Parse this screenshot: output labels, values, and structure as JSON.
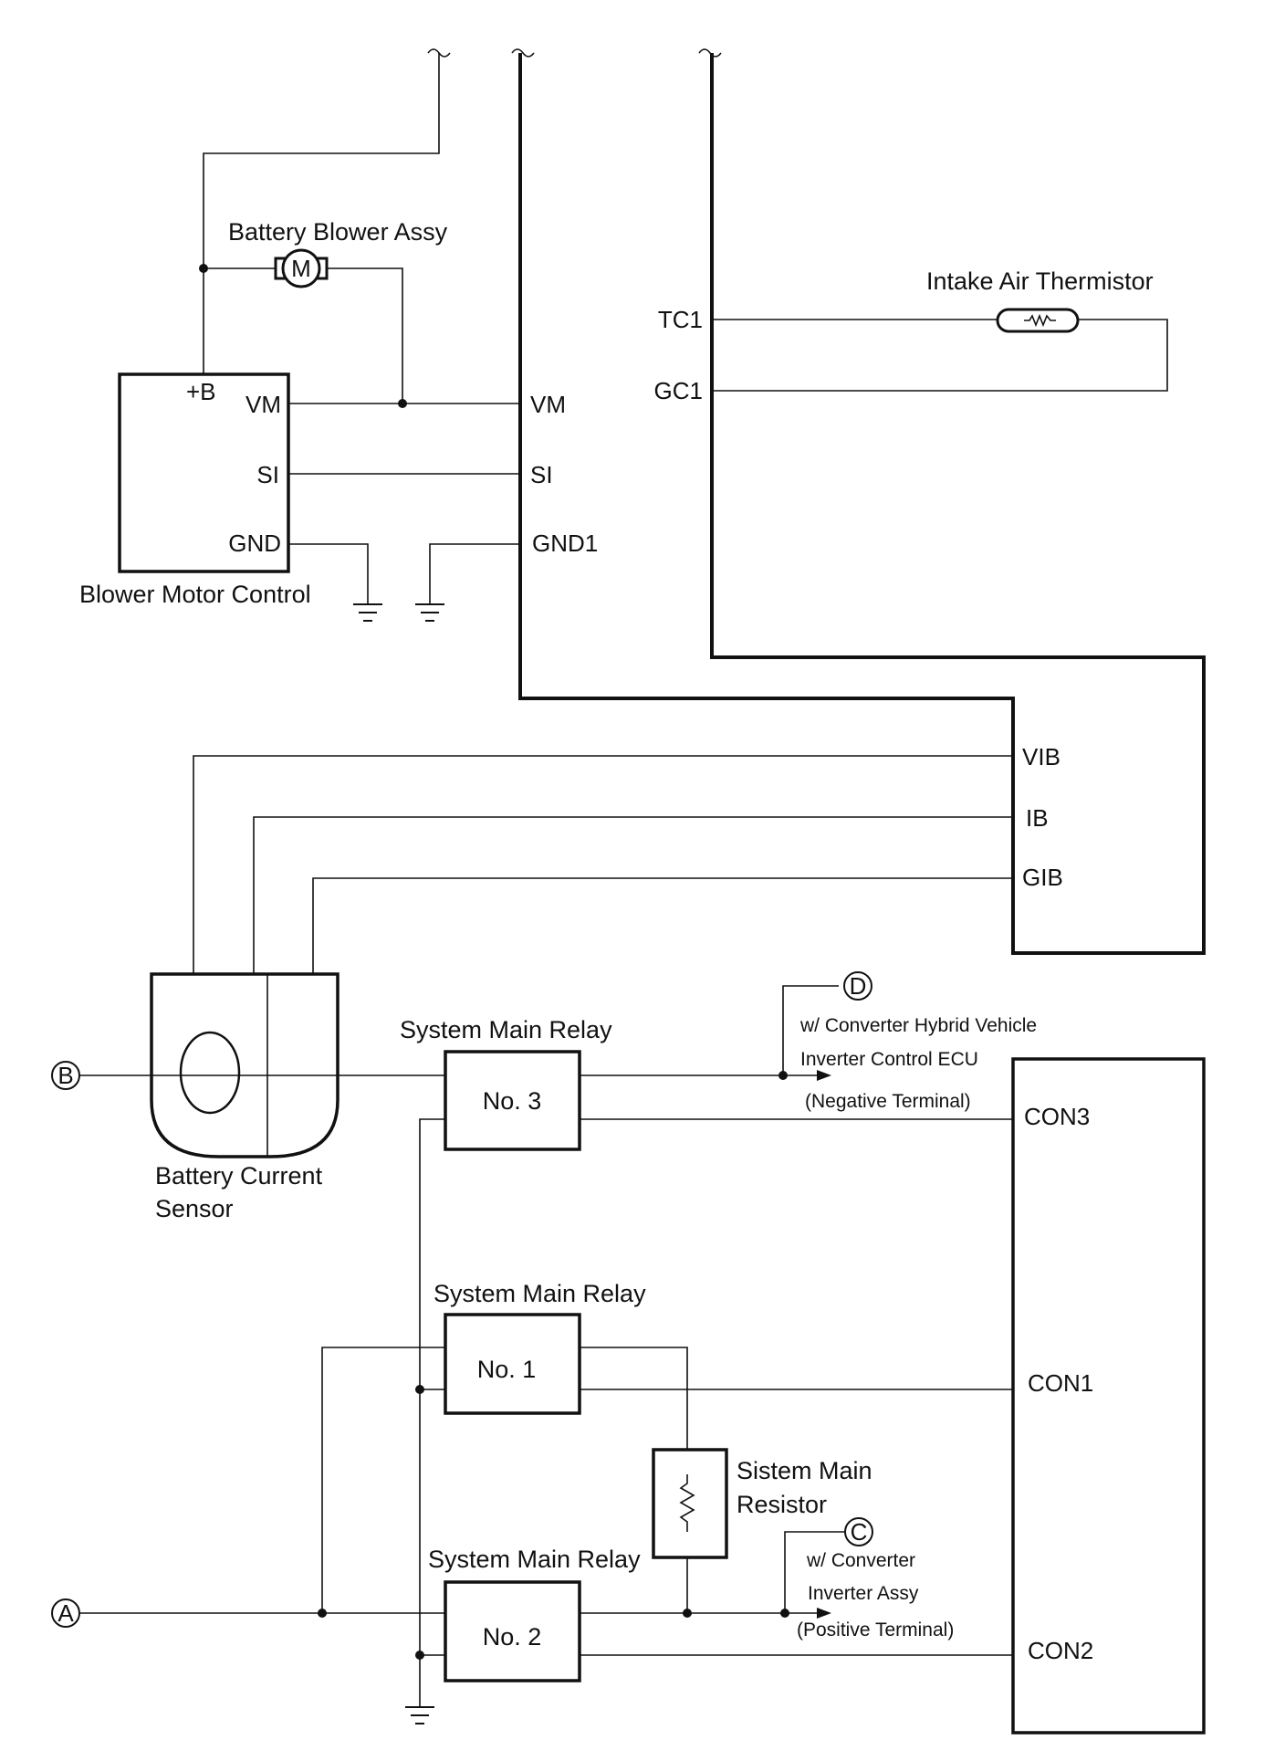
{
  "components": {
    "battery_blower_assy": "Battery Blower Assy",
    "motor_symbol": "M",
    "blower_motor_control": "Blower Motor Control",
    "intake_air_thermistor": "Intake Air Thermistor",
    "battery_current_sensor_line1": "Battery Current",
    "battery_current_sensor_line2": "Sensor",
    "smr3_title": "System Main Relay",
    "smr3_label": "No. 3",
    "smr1_title": "System Main Relay",
    "smr1_label": "No. 1",
    "smr2_title": "System Main Relay",
    "smr2_label": "No. 2",
    "resistor_line1": "Sistem Main",
    "resistor_line2": "Resistor"
  },
  "terminals": {
    "bmc_plus_b": "+B",
    "bmc_vm": "VM",
    "bmc_si": "SI",
    "bmc_gnd": "GND",
    "ecu_vm": "VM",
    "ecu_si": "SI",
    "ecu_gnd1": "GND1",
    "tc1": "TC1",
    "gc1": "GC1",
    "vib": "VIB",
    "ib": "IB",
    "gib": "GIB",
    "con3": "CON3",
    "con1": "CON1",
    "con2": "CON2"
  },
  "connectors": {
    "a": "A",
    "b": "B",
    "c": "C",
    "d": "D"
  },
  "notes": {
    "d_line1": "w/ Converter Hybrid Vehicle",
    "d_line2": "Inverter Control ECU",
    "d_line3": "(Negative Terminal)",
    "c_line1": "w/ Converter",
    "c_line2": "Inverter Assy",
    "c_line3": "(Positive Terminal)"
  }
}
